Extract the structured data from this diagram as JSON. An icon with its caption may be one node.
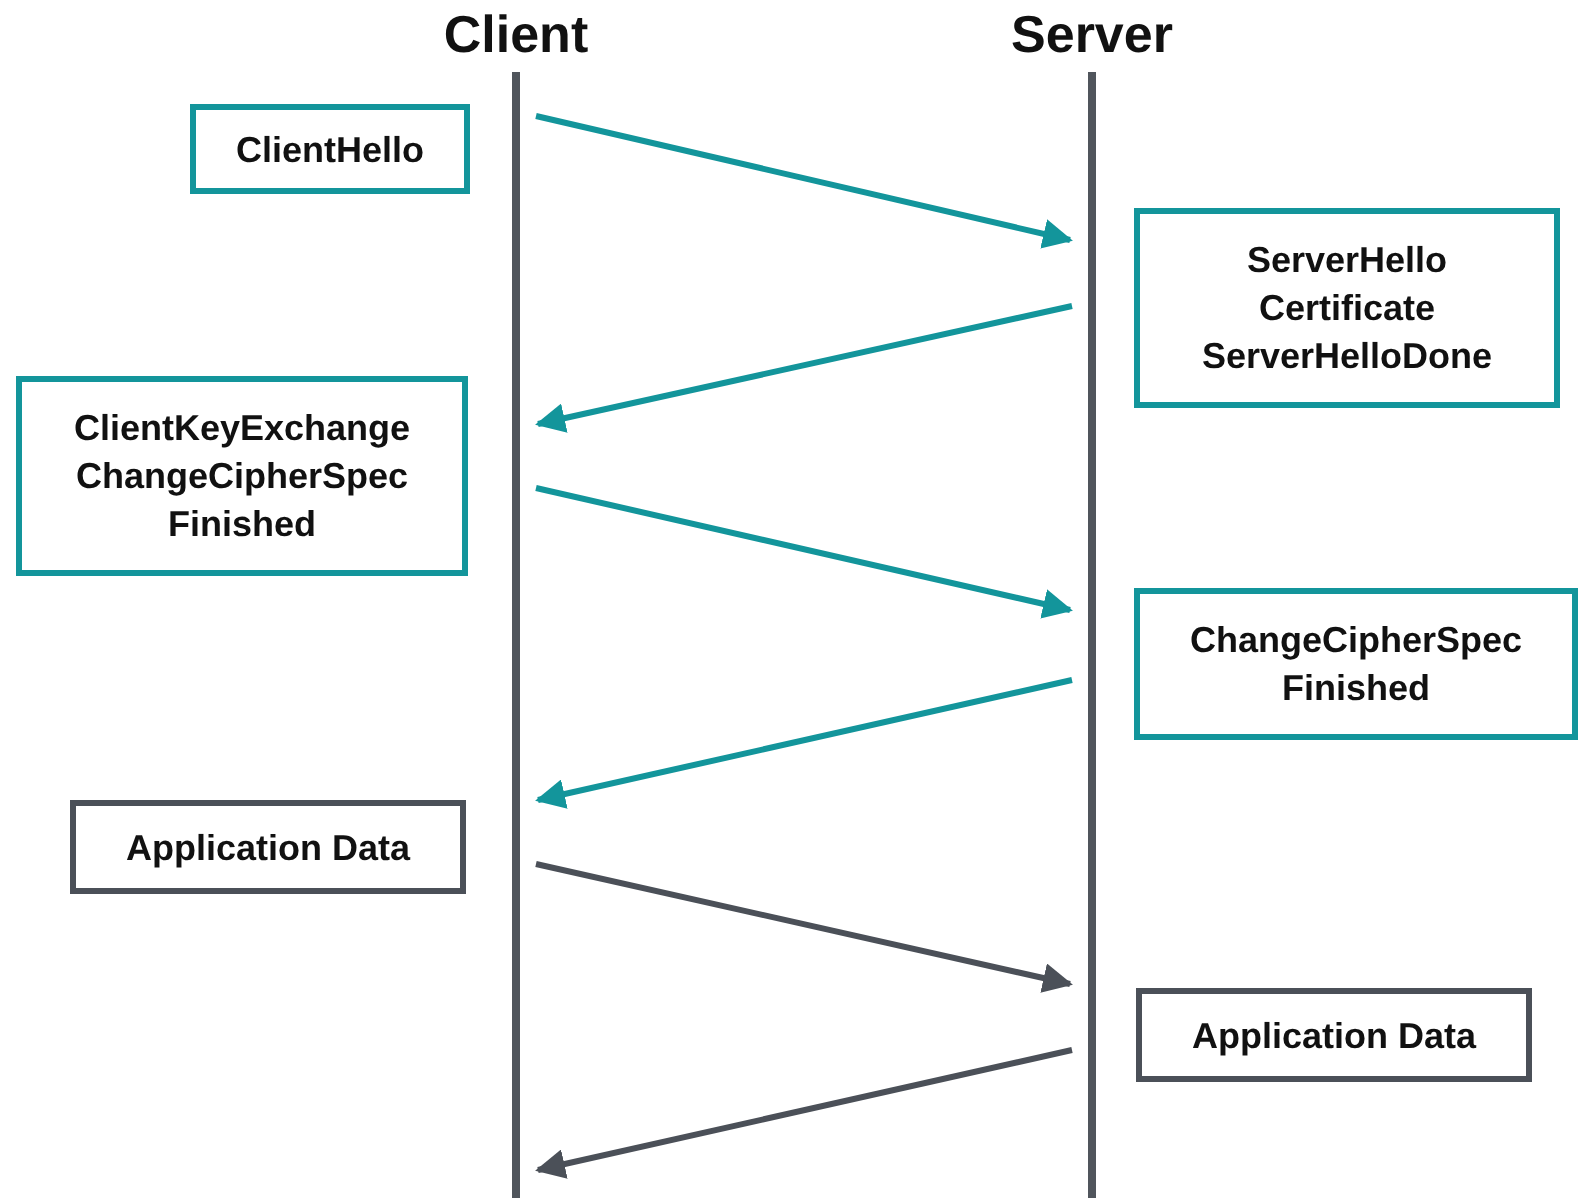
{
  "diagram": {
    "nodes": [
      {
        "text": [
          "Client"
        ]
      },
      {
        "text": [
          "Server"
        ]
      },
      {
        "text": [
          "ClientHello"
        ]
      },
      {
        "text": [
          "ServerHello Certificate ServerHelloDone"
        ]
      },
      {
        "text": [
          "ClientKeyExchange ChangeCipherSpec Finished"
        ]
      },
      {
        "text": [
          "ChangeCipherSpec Finished"
        ]
      },
      {
        "text": [
          "Application Data"
        ]
      },
      {
        "text": [
          "Application Data"
        ]
      }
    ],
    "edges": [
      {
        "from": 0,
        "to": 1,
        "arrow": "to"
      },
      {
        "from": 1,
        "to": 0,
        "arrow": "to"
      },
      {
        "from": 0,
        "to": 1,
        "arrow": "to"
      },
      {
        "from": 1,
        "to": 0,
        "arrow": "to"
      },
      {
        "from": 0,
        "to": 1,
        "arrow": "to",
        "color": "#4b5058"
      },
      {
        "from": 1,
        "to": 0,
        "arrow": "to",
        "color": "#4b5058"
      }
    ]
  }
}
